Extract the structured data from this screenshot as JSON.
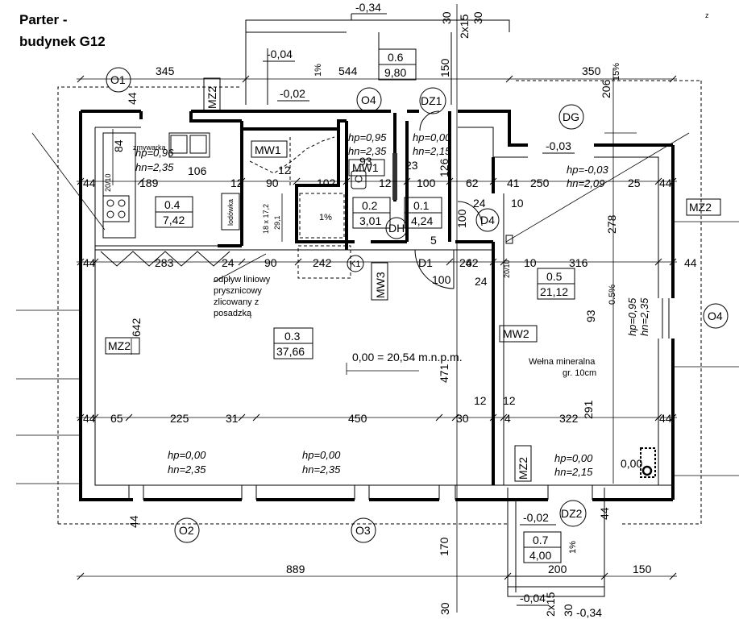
{
  "title": {
    "line1": "Parter -",
    "line2": "budynek G12"
  },
  "corner_mark": "z",
  "axes": {
    "o1": "O1",
    "o2": "O2",
    "o3": "O3",
    "o4a": "O4",
    "o4b": "O4",
    "dg": "DG",
    "dz1": "DZ1",
    "dz2": "DZ2",
    "d4": "D4",
    "k1": "K1",
    "dh": "DH"
  },
  "rooms": [
    {
      "num": "0.4",
      "area": "7,42"
    },
    {
      "num": "0.2",
      "area": "3,01"
    },
    {
      "num": "0.1",
      "area": "4,24"
    },
    {
      "num": "0.5",
      "area": "21,12"
    },
    {
      "num": "0.3",
      "area": "37,66"
    },
    {
      "num": "0.6",
      "area": "9,80"
    },
    {
      "num": "0.7",
      "area": "4,00"
    }
  ],
  "walls": {
    "mz2a": "MZ2",
    "mz2b": "MZ2",
    "mz2c": "MZ2",
    "mz2d": "MZ2",
    "mw1a": "MW1",
    "mw1b": "MW1",
    "mw2": "MW2",
    "mw3": "MW3"
  },
  "doors": {
    "d1": "D1"
  },
  "heights": {
    "hp096": "hp=0,96",
    "hn235a": "hn=2,35",
    "hp095a": "hp=0,95",
    "hn235b": "hn=2,35",
    "hp000a": "hp=0,00",
    "hn215a": "hn=2,15",
    "hp003": "hp=-0,03",
    "hn209": "hn=2,09",
    "hp095b": "hp=0,95",
    "hn235c": "hn=2,35",
    "hp000b": "hp=0,00",
    "hn235d": "hn=2,35",
    "hp000c": "hp=0,00",
    "hn235e": "hn=2,35",
    "hp000d": "hp=0,00",
    "hn215b": "hn=2,15"
  },
  "levels": {
    "l034a": "-0,34",
    "l004a": "-0,04",
    "l002a": "-0,02",
    "l003": "-0,03",
    "l002b": "-0,02",
    "l004b": "-0,04",
    "l034b": "-0,34",
    "l000": "0,00",
    "datum": "0,00 = 20,54 m.n.p.m."
  },
  "slopes": {
    "s1": "1%",
    "s2": "15%",
    "s3": "1%",
    "s4": "0.5%",
    "s5": "1%"
  },
  "dims": {
    "d345": "345",
    "d544": "544",
    "d350": "350",
    "d30a": "30",
    "d2x15a": "2x15",
    "d30b": "30",
    "d150": "150",
    "d206": "206",
    "d44a": "44",
    "d84": "84",
    "d106": "106",
    "d189": "189",
    "d12a": "12",
    "d90a": "90",
    "d102": "102",
    "d93": "93",
    "d12b": "12",
    "d23": "23",
    "d100a": "100",
    "d126": "126",
    "d62a": "62",
    "d41": "41",
    "d250": "250",
    "d25": "25",
    "d44b": "44",
    "d44c": "44",
    "d12c": "12",
    "d24a": "24",
    "d10a": "10",
    "d100b": "100",
    "d5": "5",
    "d278": "278",
    "d44d": "44",
    "d283": "283",
    "d24b": "24",
    "d90b": "90",
    "d242": "242",
    "d62b": "62",
    "d24c": "24",
    "d10b": "10",
    "d316": "316",
    "d44e": "44",
    "d100c": "100",
    "d24d": "24",
    "d642": "642",
    "d93b": "93",
    "d471": "471",
    "d12d": "12",
    "d12e": "12",
    "d44f": "44",
    "d65": "65",
    "d225": "225",
    "d31": "31",
    "d450": "450",
    "d30c": "30",
    "d4": "4",
    "d322": "322",
    "d291": "291",
    "d44g": "44",
    "d44h": "44",
    "d44i": "44",
    "d170": "170",
    "d889": "889",
    "d200": "200",
    "d150b": "150",
    "d30d": "30",
    "d2x15b": "2x15",
    "d30e": "30",
    "d2010a": "20/10",
    "d2010b": "20/10",
    "d18x172": "18 x 17,2",
    "d291b": "29,1"
  },
  "annotations": {
    "zmywarka": "zmywarka",
    "lodowka": "lodówka",
    "drain1": "odpływ liniowy",
    "drain2": "prysznicowy",
    "drain3": "zlicowany z",
    "drain4": "posadzką",
    "wool1": "Wełna mineralna",
    "wool2": "gr. 10cm"
  }
}
